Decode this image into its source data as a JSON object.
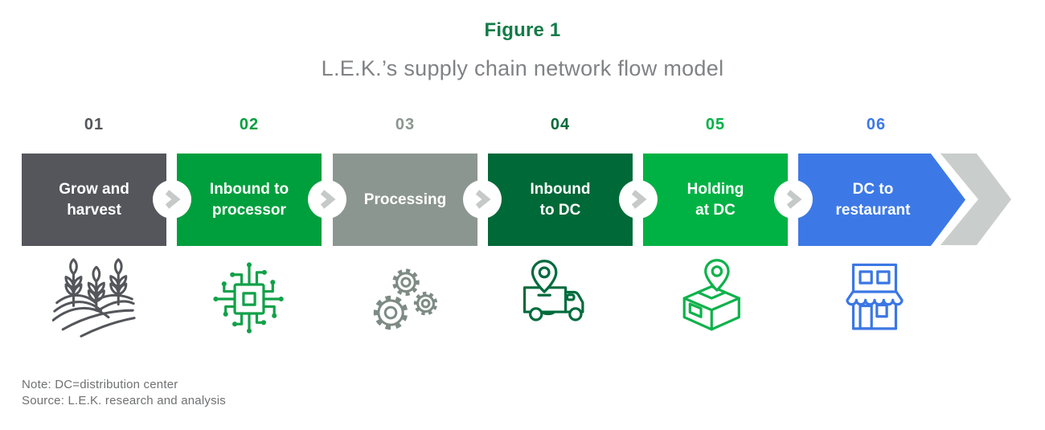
{
  "figure": {
    "label": "Figure 1",
    "title": "L.E.K.’s supply chain network flow model"
  },
  "steps": [
    {
      "number": "01",
      "label": "Grow and harvest",
      "lines": [
        "Grow and",
        "harvest"
      ],
      "color": "#54565B",
      "icon": "wheat-field-icon"
    },
    {
      "number": "02",
      "label": "Inbound to processor",
      "lines": [
        "Inbound to",
        "processor"
      ],
      "color": "#009F3D",
      "icon": "circuit-chip-icon"
    },
    {
      "number": "03",
      "label": "Processing",
      "lines": [
        "Processing"
      ],
      "color": "#8C9690",
      "icon": "gears-icon"
    },
    {
      "number": "04",
      "label": "Inbound to DC",
      "lines": [
        "Inbound",
        "to DC"
      ],
      "color": "#006938",
      "icon": "truck-location-icon"
    },
    {
      "number": "05",
      "label": "Holding at DC",
      "lines": [
        "Holding",
        "at DC"
      ],
      "color": "#00B244",
      "icon": "package-location-icon"
    },
    {
      "number": "06",
      "label": "DC to restaurant",
      "lines": [
        "DC to",
        "restaurant"
      ],
      "color": "#3C79E6",
      "icon": "storefront-icon"
    }
  ],
  "connectors": {
    "count": 5,
    "circle_color": "#FFFFFF",
    "chevron_color": "#C5C9C8"
  },
  "end_arrow": {
    "color": "#C9CDCB"
  },
  "notes": {
    "note": "Note: DC=distribution center",
    "source": "Source: L.E.K. research and analysis"
  },
  "colors": {
    "figure_label_green": "#137B48",
    "title_gray": "#808285",
    "footnote_gray": "#6E7072",
    "background": "#FFFFFF"
  }
}
